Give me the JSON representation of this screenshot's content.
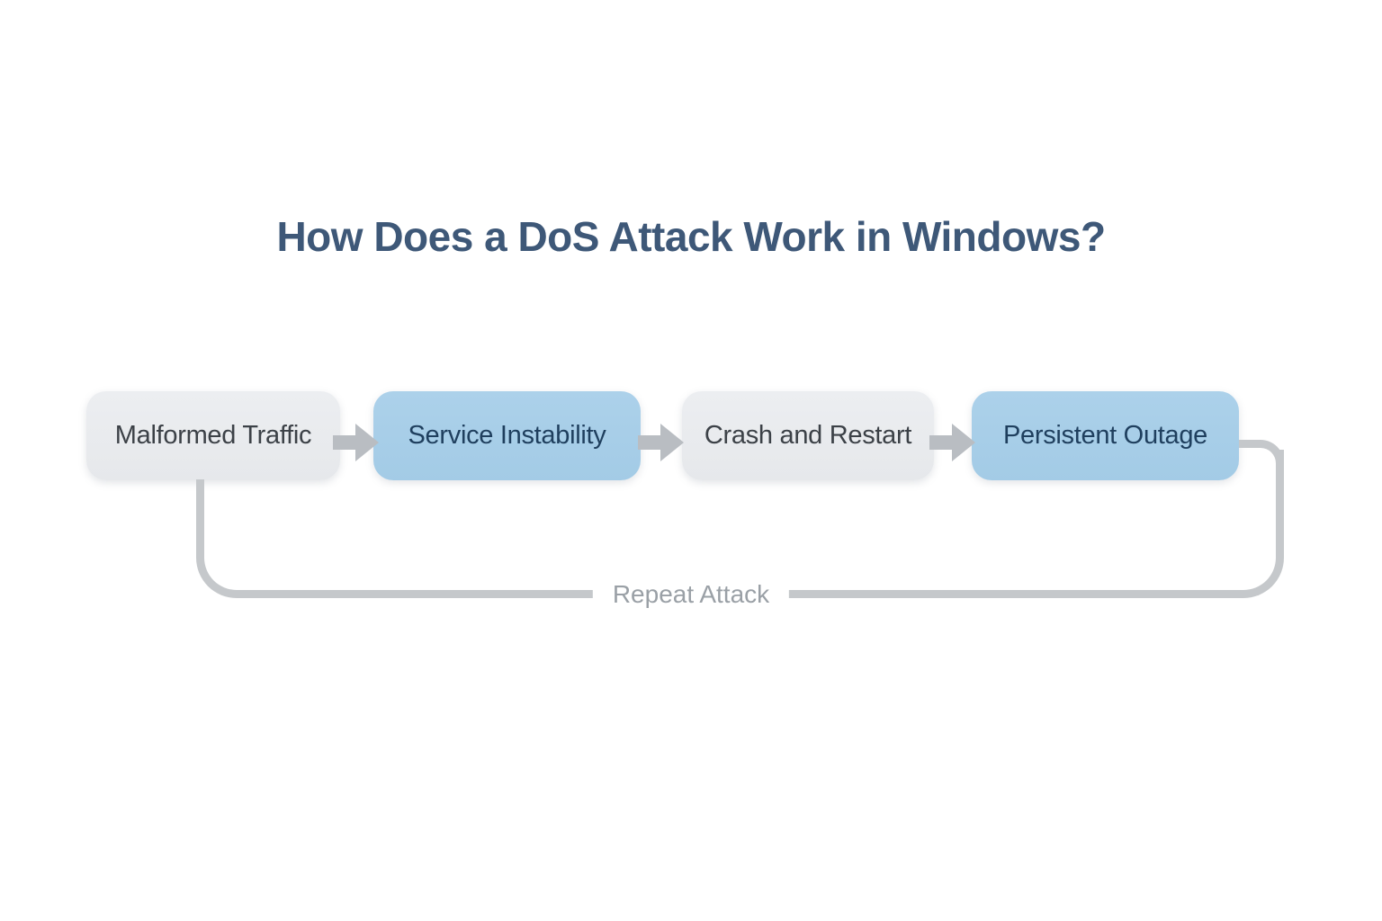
{
  "title": "How Does a DoS Attack Work in Windows?",
  "flow": {
    "steps": [
      {
        "label": "Malformed Traffic",
        "variant": "gray"
      },
      {
        "label": "Service Instability",
        "variant": "blue"
      },
      {
        "label": "Crash and Restart",
        "variant": "gray"
      },
      {
        "label": "Persistent Outage",
        "variant": "blue"
      }
    ],
    "loop_label": "Repeat Attack"
  },
  "colors": {
    "background": "#ffffff",
    "title_text": "#3e5878",
    "box_gray_fill": "#e9ebee",
    "box_gray_text": "#3c4147",
    "box_blue_fill": "#a7cee9",
    "box_blue_text": "#1f3f5e",
    "arrow": "#b9bdc2",
    "loop_line": "#c5c8cb",
    "loop_label_text": "#9aa0a6"
  }
}
